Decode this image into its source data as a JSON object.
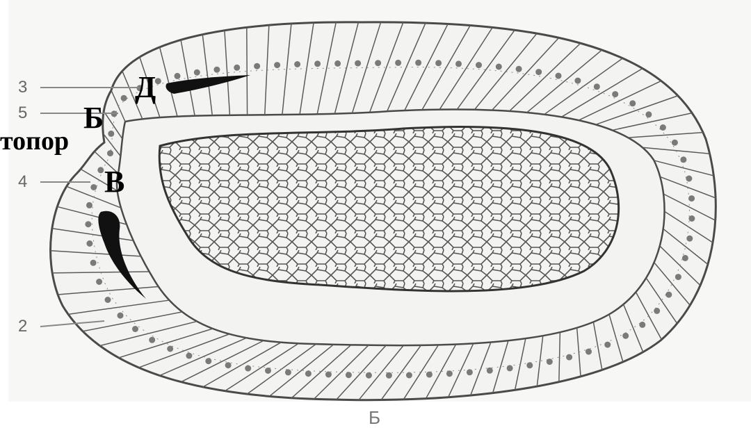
{
  "labels": {
    "d": "Д",
    "b": "Б",
    "v": "В",
    "word": "топор",
    "bottom": "Б"
  },
  "numbers": {
    "n3": "3",
    "n5": "5",
    "n4": "4",
    "n2": "2"
  },
  "colors": {
    "cell_outline": "#5a5a5a",
    "cell_fill": "#f3f3f1",
    "nucleus": "#7a7a7a",
    "dark": "#111111"
  }
}
